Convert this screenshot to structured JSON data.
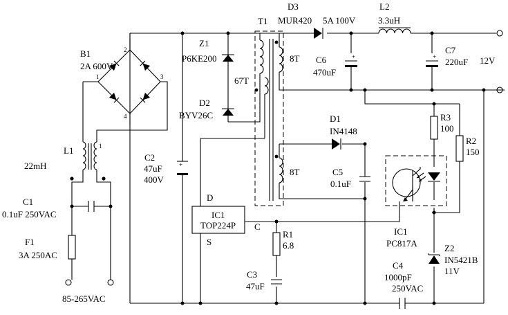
{
  "components": {
    "B1": {
      "ref": "B1",
      "value": "2A 600V",
      "pins": [
        "1",
        "2",
        "3",
        "4"
      ]
    },
    "L1": {
      "ref": "L1",
      "value": "22mH",
      "pin": "1"
    },
    "C1": {
      "ref": "C1",
      "value": "0.1uF 250VAC"
    },
    "F1": {
      "ref": "F1",
      "value": "3A 250AC"
    },
    "input": {
      "label": "85-265VAC"
    },
    "C2": {
      "ref": "C2",
      "value": "47uF",
      "value2": "400V"
    },
    "Z1": {
      "ref": "Z1",
      "value": "P6KE200"
    },
    "D2": {
      "ref": "D2",
      "value": "BYV26C"
    },
    "T1": {
      "ref": "T1",
      "primary_turns": "67T",
      "sec1_turns": "8T",
      "sec2_turns": "8T"
    },
    "D3": {
      "ref": "D3",
      "value": "MUR420",
      "rating": "5A 100V"
    },
    "L2": {
      "ref": "L2",
      "value": "3.3uH"
    },
    "C6": {
      "ref": "C6",
      "value": "470uF"
    },
    "C7": {
      "ref": "C7",
      "value": "220uF"
    },
    "output": {
      "label": "12V"
    },
    "D1": {
      "ref": "D1",
      "value": "IN4148"
    },
    "C5": {
      "ref": "C5",
      "value": "0.1uF"
    },
    "R3": {
      "ref": "R3",
      "value": "100"
    },
    "R2": {
      "ref": "R2",
      "value": "150"
    },
    "IC1": {
      "ref": "IC1",
      "value": "TOP224P",
      "pin_d": "D",
      "pin_c": "C",
      "pin_s": "S"
    },
    "IC1_opto": {
      "ref": "IC1",
      "value": "PC817A"
    },
    "R1": {
      "ref": "R1",
      "value": "6.8"
    },
    "C3": {
      "ref": "C3",
      "value": "47uF"
    },
    "C4": {
      "ref": "C4",
      "value": "1000pF",
      "value2": "250VAC"
    },
    "Z2": {
      "ref": "Z2",
      "value": "IN5421B",
      "value2": "11V"
    }
  }
}
